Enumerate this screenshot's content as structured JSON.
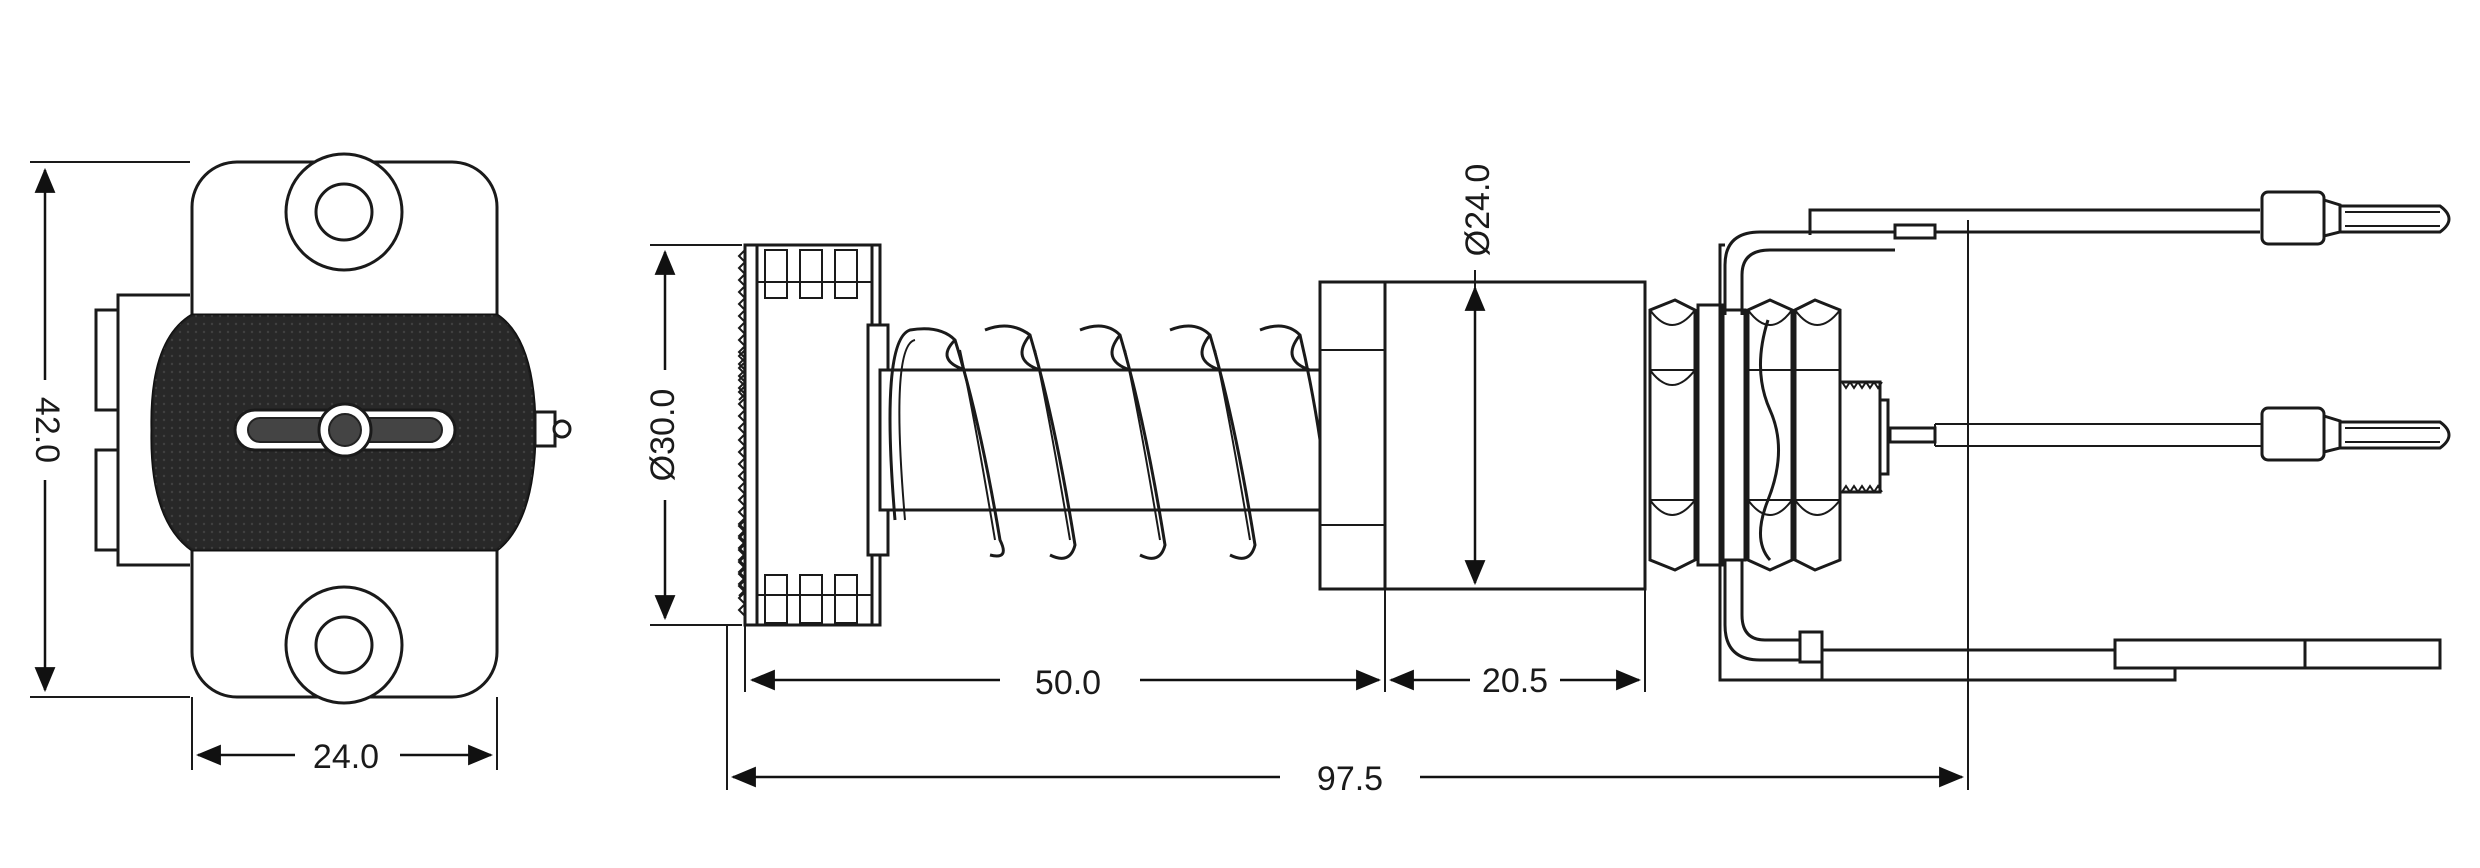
{
  "dimensions": {
    "height_left": "42.0",
    "width_left": "24.0",
    "diameter_left": "Ø30.0",
    "length_spring": "50.0",
    "length_body": "20.5",
    "diameter_body": "Ø24.0",
    "overall_length": "97.5"
  },
  "colors": {
    "line": "#1a1a1a",
    "fill_dark": "#262626",
    "background": "#ffffff"
  }
}
